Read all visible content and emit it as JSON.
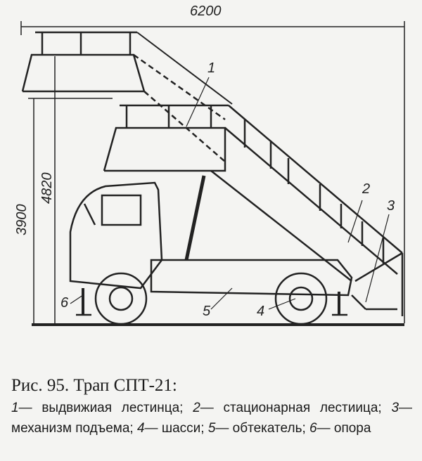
{
  "figure": {
    "dimensions": {
      "width": "6200",
      "height_top": "4820",
      "height_bottom": "3900"
    },
    "labels": [
      "1",
      "2",
      "3",
      "4",
      "5",
      "6"
    ],
    "caption_title": "Рис. 95. Трап СПТ-21:",
    "legend": [
      {
        "num": "1",
        "text": "— выдвижиая лестинца;"
      },
      {
        "num": "2",
        "text": "— стационарная лестиица;"
      },
      {
        "num": "3",
        "text": "— механизм подъема;"
      },
      {
        "num": "4",
        "text": "— шасси;"
      },
      {
        "num": "5",
        "text": "— обтекатель;"
      },
      {
        "num": "6",
        "text": "— опора"
      }
    ]
  }
}
